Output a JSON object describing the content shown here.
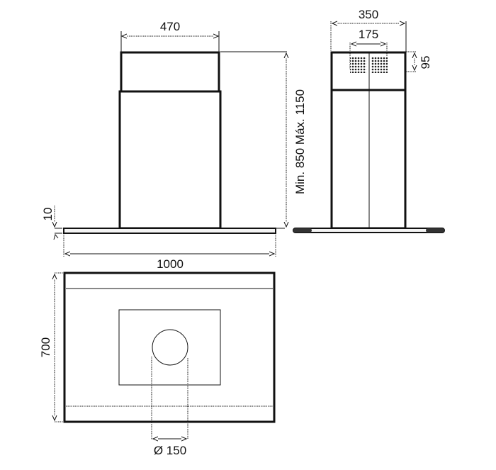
{
  "diagram": {
    "type": "technical-dimension-drawing",
    "subject": "chimney range hood",
    "units": "mm",
    "views": {
      "front": {
        "dimensions": {
          "chimney_width": "470",
          "total_width": "1000",
          "glass_thickness": "10",
          "height_range": "Min. 850 Máx. 1150"
        }
      },
      "side": {
        "dimensions": {
          "depth": "350",
          "outlet_spacing": "175",
          "outlet_height": "95"
        }
      },
      "plan": {
        "dimensions": {
          "depth": "700",
          "duct_diameter": "Ø 150"
        }
      }
    }
  },
  "colors": {
    "line": "#111111",
    "background": "#ffffff",
    "grille": "#555555"
  }
}
